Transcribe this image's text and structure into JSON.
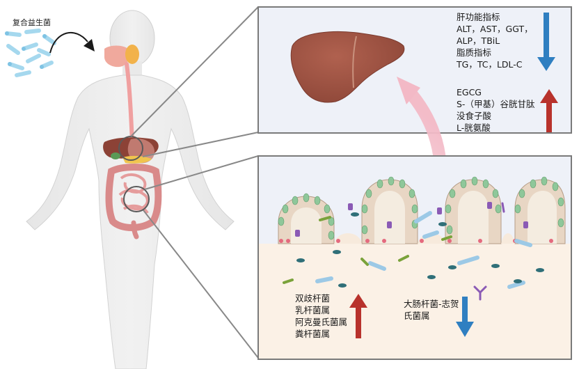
{
  "labels": {
    "probiotics": "复合益生菌"
  },
  "liver_panel": {
    "decreased": [
      "肝功能指标",
      "ALT，AST，GGT，",
      "ALP，TBiL",
      "脂质指标",
      "TG，TC，LDL-C"
    ],
    "increased": [
      "EGCG",
      "S-（甲基）谷胱甘肽",
      "没食子酸",
      "L-胱氨酸"
    ],
    "down_arrow_color": "#2f7fc1",
    "up_arrow_color": "#b8322c"
  },
  "gut_panel": {
    "increased": [
      "双歧杆菌",
      "乳杆菌属",
      "阿克曼氏菌属",
      "粪杆菌属"
    ],
    "decreased": [
      "大肠杆菌-志贺",
      "氏菌属"
    ],
    "down_arrow_color": "#2f7fc1",
    "up_arrow_color": "#b8322c"
  },
  "colors": {
    "panel_bg": "#eef1f8",
    "panel_border": "#7a7a7a",
    "liver": "#9a4f3f",
    "lumen": "#fbf1e6"
  }
}
